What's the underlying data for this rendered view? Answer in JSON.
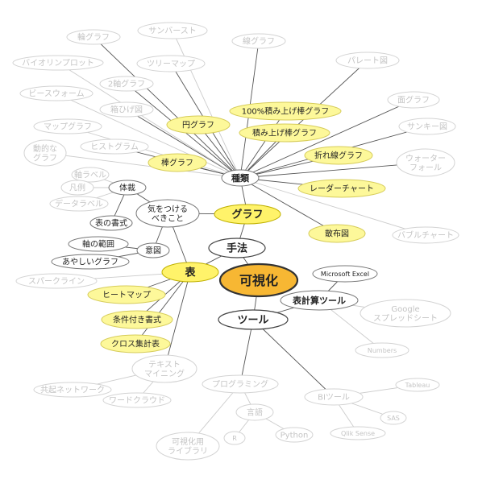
{
  "colors": {
    "center_fill": "#f7b733",
    "main_fill": "#ffffff",
    "yellow_fill": "#fff36a",
    "yellow_light": "#fdf89a",
    "sub_fill": "#ffffff",
    "faded_fill": "#ffffff",
    "line": "#555555",
    "faded_line": "#cccccc",
    "faded_text": "#c4c4c4"
  },
  "nodes": [
    {
      "id": "center",
      "label": "可視化",
      "style": "center"
    },
    {
      "id": "method",
      "label": "手法",
      "style": "main"
    },
    {
      "id": "tool",
      "label": "ツール",
      "style": "main"
    },
    {
      "id": "graph",
      "label": "グラフ",
      "style": "yellow"
    },
    {
      "id": "table",
      "label": "表",
      "style": "yellow"
    },
    {
      "id": "kind",
      "label": "種類",
      "style": "sub"
    },
    {
      "id": "care",
      "label": "気をつける\nべきこと",
      "style": "sub"
    },
    {
      "id": "style",
      "label": "体裁",
      "style": "sub"
    },
    {
      "id": "intent",
      "label": "意図",
      "style": "sub"
    },
    {
      "id": "spreadsheet",
      "label": "表計算ツール",
      "style": "sub"
    },
    {
      "id": "excel",
      "label": "Microsoft Excel",
      "style": "sub"
    },
    {
      "id": "pie",
      "label": "円グラフ",
      "style": "yellowlight"
    },
    {
      "id": "bar",
      "label": "棒グラフ",
      "style": "yellowlight"
    },
    {
      "id": "stack100",
      "label": "100%積み上げ棒グラフ",
      "style": "yellowlight"
    },
    {
      "id": "stack",
      "label": "積み上げ棒グラフ",
      "style": "yellowlight"
    },
    {
      "id": "line",
      "label": "折れ線グラフ",
      "style": "yellowlight"
    },
    {
      "id": "radar",
      "label": "レーダーチャート",
      "style": "yellowlight"
    },
    {
      "id": "scatter",
      "label": "散布図",
      "style": "yellowlight"
    },
    {
      "id": "heatmap",
      "label": "ヒートマップ",
      "style": "yellowlight"
    },
    {
      "id": "cond",
      "label": "条件付き書式",
      "style": "yellowlight"
    },
    {
      "id": "cross",
      "label": "クロス集計表",
      "style": "yellowlight"
    },
    {
      "id": "histogram",
      "label": "ヒストグラム",
      "style": "faded"
    },
    {
      "id": "boxplot",
      "label": "箱ひげ図",
      "style": "faded"
    },
    {
      "id": "dual",
      "label": "2軸グラフ",
      "style": "faded"
    },
    {
      "id": "treemap",
      "label": "ツリーマップ",
      "style": "faded"
    },
    {
      "id": "sunburst",
      "label": "サンバースト",
      "style": "faded"
    },
    {
      "id": "nestpie",
      "label": "輪グラフ",
      "style": "faded"
    },
    {
      "id": "violin",
      "label": "バイオリンプロット",
      "style": "faded"
    },
    {
      "id": "beeswarm",
      "label": "ビースウォーム",
      "style": "faded"
    },
    {
      "id": "mapgraph",
      "label": "マップグラフ",
      "style": "faded"
    },
    {
      "id": "dynamic",
      "label": "動的な\nグラフ",
      "style": "faded"
    },
    {
      "id": "linechart",
      "label": "線グラフ",
      "style": "faded"
    },
    {
      "id": "pareto",
      "label": "パレート図",
      "style": "faded"
    },
    {
      "id": "area",
      "label": "面グラフ",
      "style": "faded"
    },
    {
      "id": "sankey",
      "label": "サンキー図",
      "style": "faded"
    },
    {
      "id": "waterfall",
      "label": "ウォーター\nフォール",
      "style": "faded"
    },
    {
      "id": "bubble",
      "label": "バブルチャート",
      "style": "faded"
    },
    {
      "id": "axislabel",
      "label": "軸ラベル",
      "style": "faded"
    },
    {
      "id": "legend",
      "label": "凡例",
      "style": "faded"
    },
    {
      "id": "datalabel",
      "label": "データラベル",
      "style": "faded"
    },
    {
      "id": "tableformat",
      "label": "表の書式",
      "style": "sub"
    },
    {
      "id": "axisrange",
      "label": "軸の範囲",
      "style": "sub"
    },
    {
      "id": "suspicious",
      "label": "あやしいグラフ",
      "style": "sub"
    },
    {
      "id": "sparkline",
      "label": "スパークライン",
      "style": "faded"
    },
    {
      "id": "textmining",
      "label": "テキスト\nマイニング",
      "style": "faded"
    },
    {
      "id": "cooccur",
      "label": "共起ネットワーク",
      "style": "faded"
    },
    {
      "id": "wordcloud",
      "label": "ワードクラウド",
      "style": "faded"
    },
    {
      "id": "programming",
      "label": "プログラミング",
      "style": "faded"
    },
    {
      "id": "lang",
      "label": "言語",
      "style": "faded"
    },
    {
      "id": "r",
      "label": "R",
      "style": "faded"
    },
    {
      "id": "python",
      "label": "Python",
      "style": "faded"
    },
    {
      "id": "vislib",
      "label": "可視化用\nライブラリ",
      "style": "faded"
    },
    {
      "id": "bitool",
      "label": "BIツール",
      "style": "faded"
    },
    {
      "id": "tableau",
      "label": "Tableau",
      "style": "faded"
    },
    {
      "id": "sas",
      "label": "SAS",
      "style": "faded"
    },
    {
      "id": "qlik",
      "label": "Qlik Sense",
      "style": "faded"
    },
    {
      "id": "gsheets",
      "label": "Google\nスプレッドシート",
      "style": "faded"
    },
    {
      "id": "numbers",
      "label": "Numbers",
      "style": "faded"
    }
  ],
  "edges": [
    [
      "center",
      "method",
      "main"
    ],
    [
      "center",
      "tool",
      "main"
    ],
    [
      "method",
      "graph",
      "main"
    ],
    [
      "method",
      "table",
      "main"
    ],
    [
      "graph",
      "kind",
      "main"
    ],
    [
      "graph",
      "care",
      "main"
    ],
    [
      "table",
      "care",
      "main"
    ],
    [
      "care",
      "style",
      "main"
    ],
    [
      "care",
      "intent",
      "main"
    ],
    [
      "style",
      "tableformat",
      "main"
    ],
    [
      "intent",
      "axisrange",
      "main"
    ],
    [
      "intent",
      "suspicious",
      "main"
    ],
    [
      "style",
      "axislabel",
      "faded"
    ],
    [
      "style",
      "legend",
      "faded"
    ],
    [
      "style",
      "datalabel",
      "faded"
    ],
    [
      "kind",
      "pie",
      "main"
    ],
    [
      "kind",
      "bar",
      "main"
    ],
    [
      "kind",
      "stack100",
      "main"
    ],
    [
      "kind",
      "stack",
      "main"
    ],
    [
      "kind",
      "line",
      "main"
    ],
    [
      "kind",
      "radar",
      "main"
    ],
    [
      "kind",
      "scatter",
      "main"
    ],
    [
      "kind",
      "histogram",
      "main"
    ],
    [
      "kind",
      "boxplot",
      "main"
    ],
    [
      "kind",
      "dual",
      "main"
    ],
    [
      "kind",
      "treemap",
      "main"
    ],
    [
      "kind",
      "sunburst",
      "faded"
    ],
    [
      "kind",
      "nestpie",
      "main"
    ],
    [
      "kind",
      "violin",
      "faded"
    ],
    [
      "kind",
      "beeswarm",
      "faded"
    ],
    [
      "kind",
      "mapgraph",
      "faded"
    ],
    [
      "kind",
      "dynamic",
      "faded"
    ],
    [
      "kind",
      "linechart",
      "main"
    ],
    [
      "kind",
      "pareto",
      "main"
    ],
    [
      "kind",
      "area",
      "main"
    ],
    [
      "kind",
      "sankey",
      "main"
    ],
    [
      "kind",
      "waterfall",
      "main"
    ],
    [
      "kind",
      "bubble",
      "faded"
    ],
    [
      "table",
      "heatmap",
      "main"
    ],
    [
      "table",
      "cond",
      "main"
    ],
    [
      "table",
      "cross",
      "main"
    ],
    [
      "table",
      "sparkline",
      "faded"
    ],
    [
      "table",
      "textmining",
      "main"
    ],
    [
      "textmining",
      "cooccur",
      "faded"
    ],
    [
      "textmining",
      "wordcloud",
      "faded"
    ],
    [
      "tool",
      "spreadsheet",
      "main"
    ],
    [
      "tool",
      "programming",
      "main"
    ],
    [
      "tool",
      "bitool",
      "main"
    ],
    [
      "spreadsheet",
      "excel",
      "main"
    ],
    [
      "spreadsheet",
      "gsheets",
      "faded"
    ],
    [
      "spreadsheet",
      "numbers",
      "faded"
    ],
    [
      "programming",
      "lang",
      "faded"
    ],
    [
      "programming",
      "vislib",
      "faded"
    ],
    [
      "lang",
      "r",
      "faded"
    ],
    [
      "lang",
      "python",
      "faded"
    ],
    [
      "bitool",
      "tableau",
      "faded"
    ],
    [
      "bitool",
      "sas",
      "faded"
    ],
    [
      "bitool",
      "qlik",
      "faded"
    ]
  ]
}
